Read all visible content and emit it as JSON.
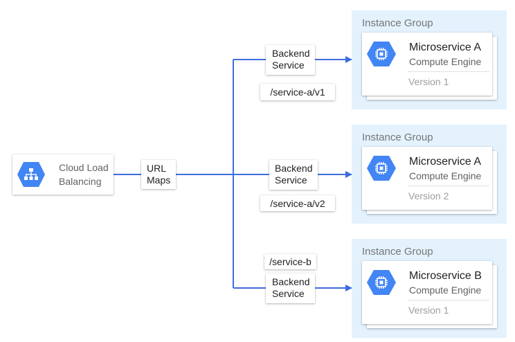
{
  "load_balancer": {
    "line1": "Cloud Load",
    "line2": "Balancing",
    "icon": "network-hierarchy-icon"
  },
  "url_maps": {
    "line1": "URL",
    "line2": "Maps"
  },
  "backends": [
    {
      "line1": "Backend",
      "line2": "Service",
      "path": "/service-a/v1"
    },
    {
      "line1": "Backend",
      "line2": "Service",
      "path": "/service-a/v2"
    },
    {
      "line1": "Backend",
      "line2": "Service",
      "path": "/service-b"
    }
  ],
  "groups": [
    {
      "title": "Instance Group",
      "service": "Microservice A",
      "engine": "Compute Engine",
      "version": "Version 1",
      "icon": "cpu-chip-icon"
    },
    {
      "title": "Instance Group",
      "service": "Microservice A",
      "engine": "Compute Engine",
      "version": "Version 2",
      "icon": "cpu-chip-icon"
    },
    {
      "title": "Instance Group",
      "service": "Microservice B",
      "engine": "Compute Engine",
      "version": "Version 1",
      "icon": "cpu-chip-icon"
    }
  ],
  "colors": {
    "line": "#3d6de0",
    "hex": "#4285f4",
    "group_bg": "#e3f2fd"
  }
}
